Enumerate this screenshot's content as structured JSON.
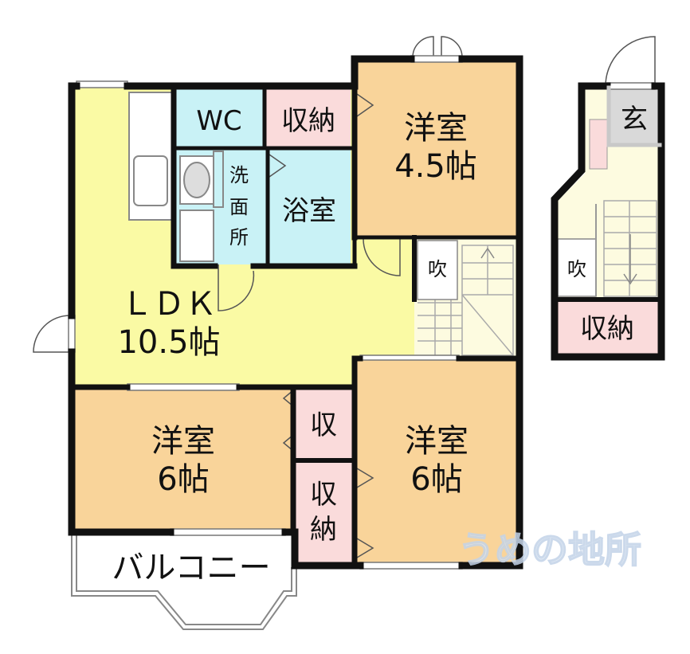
{
  "rooms": {
    "wc": "WC",
    "storage_top": "収納",
    "western_top_name": "洋室",
    "western_top_size": "4.5帖",
    "washroom_1": "洗",
    "washroom_2": "面",
    "washroom_3": "所",
    "bath": "浴室",
    "fukinuke_main": "吹",
    "ldk_name": "ＬＤＫ",
    "ldk_size": "10.5帖",
    "western_bl_name": "洋室",
    "western_bl_size": "6帖",
    "shu": "収",
    "storage_v1": "収",
    "storage_v2": "納",
    "western_br_name": "洋室",
    "western_br_size": "6帖",
    "balcony": "バルコニー",
    "genkan": "玄",
    "fukinuke_right": "吹",
    "storage_right": "収納"
  },
  "watermark": "うめの地所",
  "colors": {
    "room_orange": "#f9d49a",
    "ldk_yellow": "#fafaa4",
    "wet_cyan": "#c9f2f6",
    "storage_pink": "#fadbdb",
    "stair_cream": "#fdfbe0",
    "genkan_gray": "#d9d9d9",
    "wall": "#111111"
  }
}
